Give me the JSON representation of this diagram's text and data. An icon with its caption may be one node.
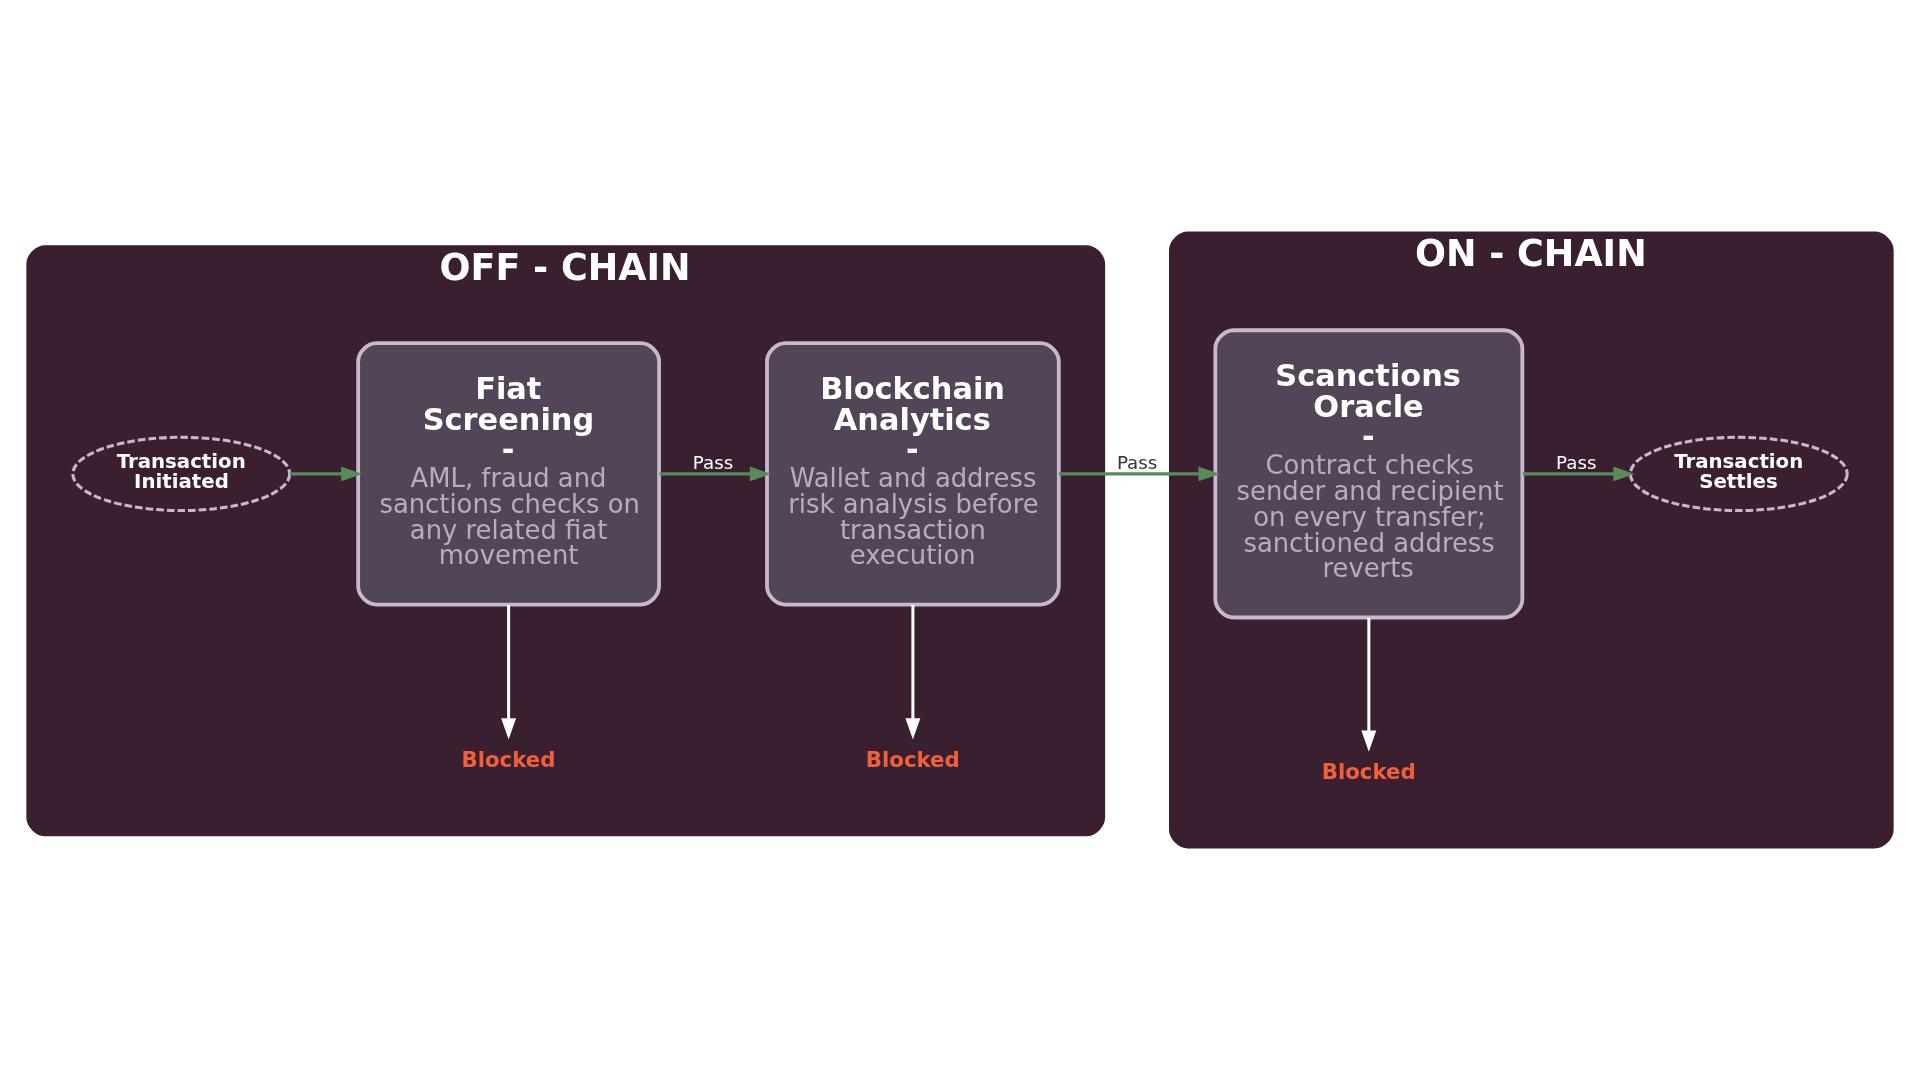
{
  "diagram": {
    "nodes": [
      {
        "text": [
          "OFF - CHAIN"
        ]
      },
      {
        "text": [
          "Transaction Initiated"
        ],
        "in": 0
      },
      {
        "text": [
          "Fiat Screening",
          "-",
          "AML, fraud and sanctions checks on any related fiat movement"
        ],
        "in": 0
      },
      {
        "text": [
          "Blockchain Analytics",
          "-",
          "Wallet and address risk analysis before transaction execution"
        ],
        "in": 0
      },
      {
        "text": [
          "Blocked"
        ],
        "in": 0
      },
      {
        "text": [
          "Blocked"
        ],
        "in": 0
      },
      {
        "text": [
          "ON - CHAIN"
        ]
      },
      {
        "text": [
          "Scanctions Oracle",
          "-",
          "Contract checks sender and recipient on every transfer; sanctioned address reverts"
        ],
        "in": 6
      },
      {
        "text": [
          "Transaction Settles"
        ],
        "in": 6
      },
      {
        "text": [
          "Blocked"
        ],
        "in": 6
      }
    ],
    "edges": [
      {
        "from": 1,
        "to": 2,
        "arrow": "to"
      },
      {
        "from": 2,
        "to": 3,
        "arrow": "to",
        "label": "Pass"
      },
      {
        "from": 3,
        "to": 7,
        "arrow": "to",
        "label": "Pass"
      },
      {
        "from": 7,
        "to": 8,
        "arrow": "to",
        "label": "Pass"
      },
      {
        "from": 2,
        "to": 4,
        "arrow": "to",
        "color": "#ffffff"
      },
      {
        "from": 3,
        "to": 5,
        "arrow": "to",
        "color": "#ffffff"
      },
      {
        "from": 7,
        "to": 9,
        "arrow": "to",
        "color": "#ffffff"
      }
    ]
  }
}
